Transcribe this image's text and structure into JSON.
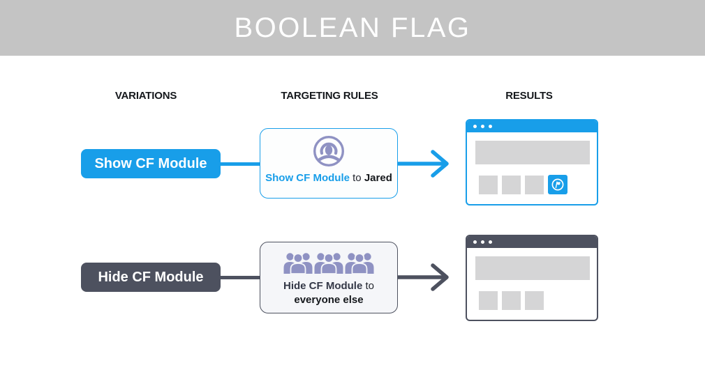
{
  "banner": {
    "title": "BOOLEAN FLAG",
    "bg_color": "#c4c4c4"
  },
  "columns": {
    "variations": "VARIATIONS",
    "targeting": "TARGETING RULES",
    "results": "RESULTS"
  },
  "colors": {
    "blue": "#189ee9",
    "dark_slate": "#4d515f",
    "icon_purple": "#8f92c3",
    "placeholder_gray": "#d5d5d6",
    "banner_gray": "#c4c4c4"
  },
  "rows": [
    {
      "variation_label": "Show CF Module",
      "rule": {
        "icon": "user-avatar-icon",
        "action": "Show CF Module",
        "connector_word": "to",
        "target": "Jared"
      },
      "result": {
        "window_style": "blue",
        "cf_module_visible": true
      }
    },
    {
      "variation_label": "Hide CF Module",
      "rule": {
        "icon": "crowd-icon",
        "action": "Hide CF Module",
        "connector_word": "to",
        "target": "everyone else"
      },
      "result": {
        "window_style": "dark",
        "cf_module_visible": false
      }
    }
  ]
}
